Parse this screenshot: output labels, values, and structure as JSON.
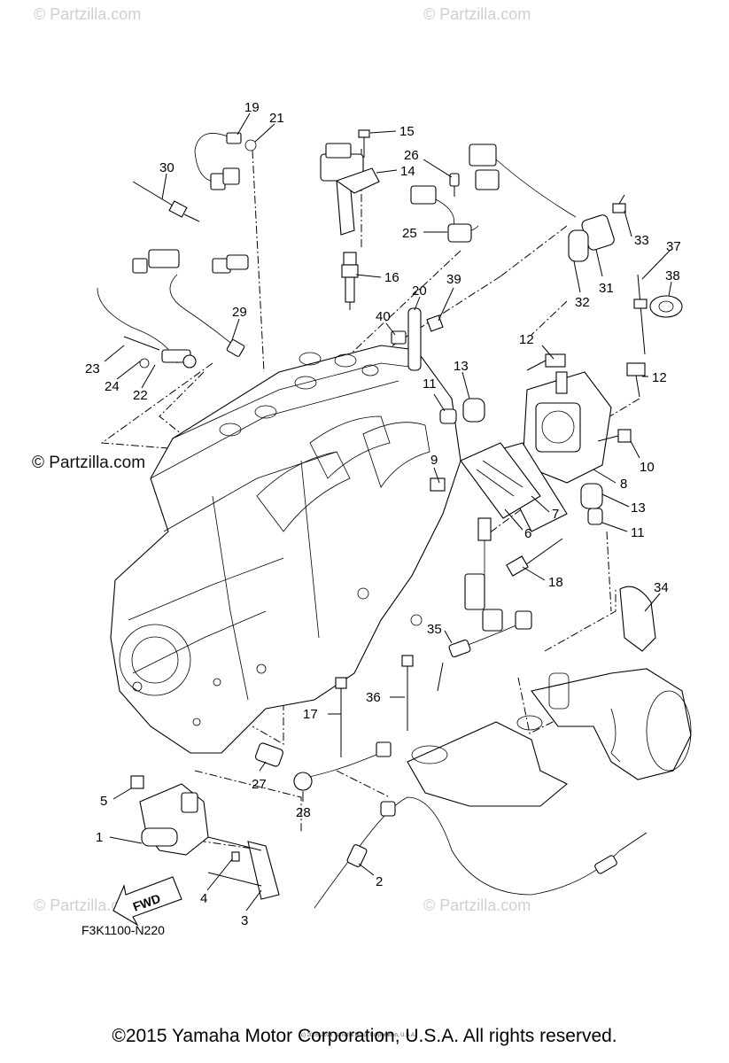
{
  "watermarks": {
    "light": [
      "© Partzilla.com",
      "© Partzilla.com",
      "© Partzilla.com",
      "© Partzilla.com"
    ],
    "dark": "© Partzilla.com"
  },
  "callouts": [
    "1",
    "2",
    "3",
    "4",
    "5",
    "6",
    "7",
    "8",
    "9",
    "10",
    "11",
    "11",
    "12",
    "12",
    "13",
    "13",
    "14",
    "15",
    "16",
    "17",
    "18",
    "19",
    "20",
    "21",
    "22",
    "23",
    "24",
    "25",
    "26",
    "27",
    "28",
    "29",
    "30",
    "31",
    "32",
    "33",
    "34",
    "35",
    "36",
    "37",
    "38",
    "39",
    "40"
  ],
  "fwd_label": "FWD",
  "diagram_code": "F3K1100-N220",
  "small_copyright": "(c) 2005-2016 Yamaha Motor Corporation, U.S.A.",
  "footer": "©2015 Yamaha Motor Corporation, U.S.A. All rights reserved."
}
